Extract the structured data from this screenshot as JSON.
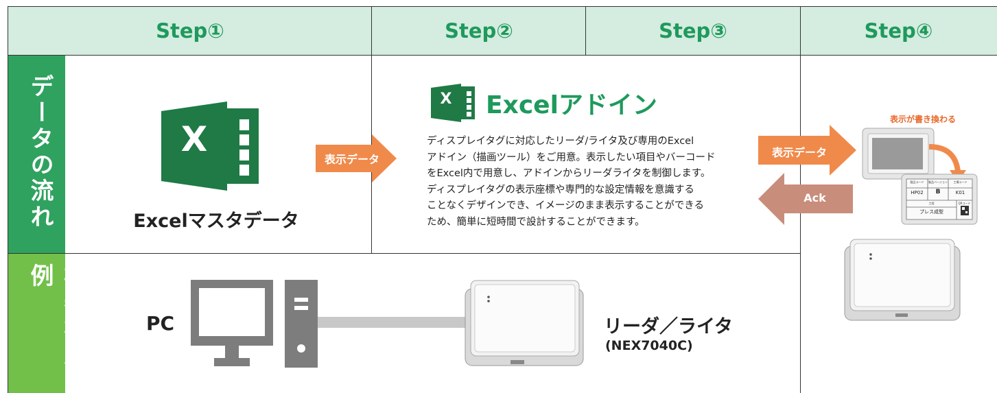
{
  "header": {
    "steps": [
      "Step①",
      "Step②",
      "Step③",
      "Step④"
    ]
  },
  "side": {
    "row1": "データの流れ",
    "row2": "機器構成例"
  },
  "step1": {
    "excel_icon_letter": "X",
    "caption": "Excelマスタデータ"
  },
  "arrows": {
    "send_label_1": "表示データ",
    "send_label_2": "表示データ",
    "ack_label": "Ack"
  },
  "addin": {
    "icon_letter": "X",
    "title": "Excelアドイン",
    "description": [
      "ディスプレイタグに対応したリーダ/ライタ及び専用のExcel",
      "アドイン（描画ツール）をご用意。表示したい項目やバーコード",
      "をExcel内で用意し、アドインからリーダライタを制御します。",
      "ディスプレイタグの表示座標や専門的な設定情報を意識する",
      "ことなくデザインでき、イメージのまま表示することができる",
      "ため、簡単に短時間で設計することができます。"
    ]
  },
  "step4": {
    "rewrite_label": "表示が書き換わる",
    "tag_cells": [
      "HP02",
      "B",
      "K01",
      "プレス成型"
    ],
    "tag_headers": [
      "製品コード",
      "製品バージョン",
      "工場コード",
      "工程",
      "QRコード"
    ]
  },
  "devices": {
    "pc_label": "PC",
    "reader_label": "リーダ／ライタ",
    "reader_model": "(NEX7040C)"
  },
  "colors": {
    "header_bg": "#d5ece0",
    "step_text": "#1e9a5c",
    "side_dark": "#2fa25f",
    "side_light": "#72c04a",
    "excel_green": "#1f7a46",
    "arrow_orange": "#f08a4b",
    "arrow_ack": "#c98d7b",
    "accent_label": "#e8692a",
    "device_gray": "#7d7d7d"
  },
  "icons": [
    "excel-icon",
    "pc-monitor-icon",
    "pc-tower-icon",
    "reader-writer-device",
    "display-tag"
  ]
}
